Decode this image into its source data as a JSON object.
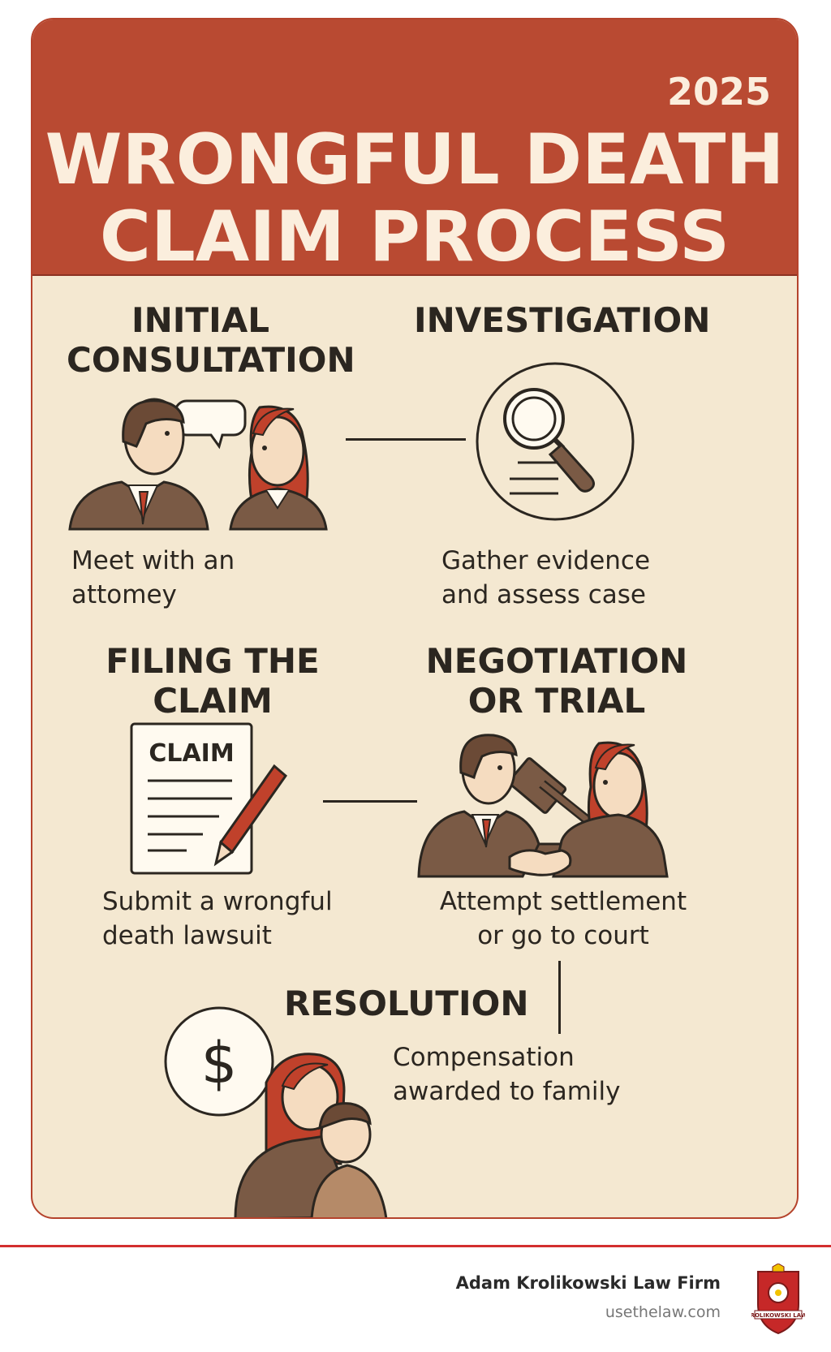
{
  "header": {
    "year": "2025",
    "title_line1": "WRONGFUL DEATH",
    "title_line2": "CLAIM PROCESS"
  },
  "steps": [
    {
      "title_lines": [
        "INITIAL",
        "CONSULTATION"
      ],
      "description_lines": [
        "Meet with an attomey"
      ],
      "icon": "two-people-talking-icon"
    },
    {
      "title_lines": [
        "INVESTIGATION"
      ],
      "description_lines": [
        "Gather evidence",
        "and assess case"
      ],
      "icon": "magnifying-glass-icon"
    },
    {
      "title_lines": [
        "FILING THE",
        "CLAIM"
      ],
      "description_lines": [
        "Submit a wrongful",
        "death lawsuit"
      ],
      "icon": "claim-document-icon",
      "document_label": "CLAIM"
    },
    {
      "title_lines": [
        "NEGOTIATION",
        "OR TRIAL"
      ],
      "description_lines": [
        "Attempt settlement",
        "or go to court"
      ],
      "icon": "handshake-gavel-icon"
    },
    {
      "title_lines": [
        "RESOLUTION"
      ],
      "description_lines": [
        "Compensation",
        "awarded to family"
      ],
      "icon": "family-compensation-icon",
      "symbol": "$"
    }
  ],
  "footer": {
    "firm_name": "Adam Krolikowski Law Firm",
    "website": "usethelaw.com",
    "logo_text": "THE KROLIKOWSKI LAW FIRM"
  },
  "colors": {
    "header_red": "#b94a32",
    "card_beige": "#f4e8d1",
    "header_text": "#fbeedd",
    "ink": "#2b2620",
    "suit_brown": "#7a5a45",
    "accent_red": "#c0412b",
    "footer_red": "#d32f2f"
  }
}
